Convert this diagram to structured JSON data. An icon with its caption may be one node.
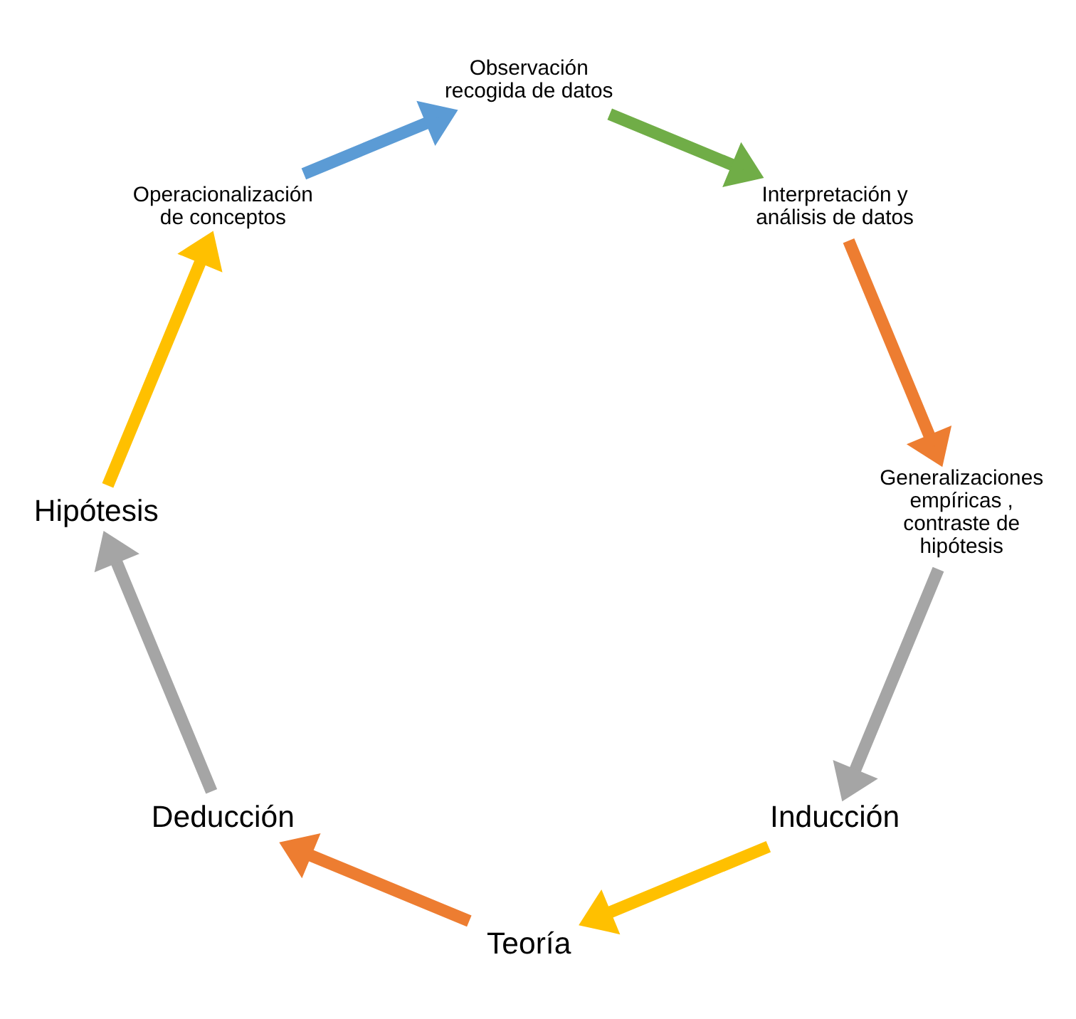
{
  "diagram": {
    "nodes": [
      {
        "text": [
          "Inducción"
        ]
      },
      {
        "text": [
          "Teoría"
        ]
      },
      {
        "text": [
          "Deducción"
        ]
      },
      {
        "text": [
          "Hipótesis"
        ]
      },
      {
        "text": [
          "Operacionalización de conceptos"
        ]
      },
      {
        "text": [
          "Observación recogida de datos"
        ]
      },
      {
        "text": [
          "Interpretación y análisis de datos"
        ]
      },
      {
        "text": [
          "Generalizaciones empíricas , contraste de hipótesis"
        ]
      }
    ],
    "edges": [
      {
        "from": 0,
        "to": 1,
        "arrow": "to",
        "color": "#ffc000"
      },
      {
        "from": 1,
        "to": 2,
        "arrow": "to",
        "color": "#ed7d31"
      },
      {
        "from": 2,
        "to": 3,
        "arrow": "to",
        "color": "#a5a5a5"
      },
      {
        "from": 3,
        "to": 4,
        "arrow": "to",
        "color": "#ffc000"
      },
      {
        "from": 4,
        "to": 5,
        "arrow": "to",
        "color": "#5b9bd5"
      },
      {
        "from": 5,
        "to": 6,
        "arrow": "to",
        "color": "#70ad47"
      },
      {
        "from": 6,
        "to": 7,
        "arrow": "to",
        "color": "#ed7d31"
      },
      {
        "from": 7,
        "to": 0,
        "arrow": "to",
        "color": "#a5a5a5"
      }
    ]
  }
}
